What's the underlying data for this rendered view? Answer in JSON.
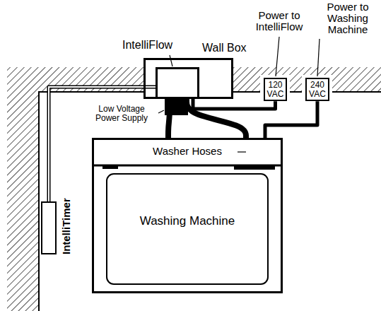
{
  "diagram": {
    "nodes": [
      {
        "text": [
          "Wall Box"
        ]
      },
      {
        "text": [
          "IntelliFlow"
        ],
        "in": 0
      },
      {
        "text": [
          "120 VAC"
        ]
      },
      {
        "text": [
          "240 VAC"
        ]
      },
      {
        "text": [
          "Washing Machine"
        ]
      },
      {
        "text": [
          "IntelliTimer"
        ]
      }
    ],
    "edges": [
      {
        "from": 1,
        "to": 2,
        "arrow": "none"
      },
      {
        "from": 4,
        "to": 3,
        "arrow": "none"
      },
      {
        "from": 1,
        "to": 4,
        "arrow": "none"
      },
      {
        "from": 1,
        "to": 4,
        "arrow": "none"
      },
      {
        "from": 1,
        "to": 5,
        "arrow": "none"
      }
    ],
    "labels": [
      "Power to IntelliFlow",
      "Power to Washing Machine",
      "Low Voltage Power Supply",
      "Washer Hoses"
    ]
  }
}
